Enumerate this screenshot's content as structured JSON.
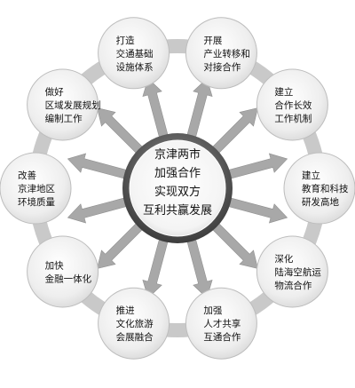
{
  "center": {
    "lines": [
      "京津两市",
      "加强合作",
      "实现双方",
      "互利共赢发展"
    ]
  },
  "nodes": [
    {
      "id": "transport",
      "lines": [
        "打造",
        "交通基础",
        "设施体系"
      ]
    },
    {
      "id": "industry",
      "lines": [
        "开展",
        "产业转移和",
        "对接合作"
      ]
    },
    {
      "id": "mechanism",
      "lines": [
        "建立",
        "合作长效",
        "工作机制"
      ]
    },
    {
      "id": "education",
      "lines": [
        "建立",
        "教育和科技",
        "研发高地"
      ]
    },
    {
      "id": "logistics",
      "lines": [
        "深化",
        "陆海空航运",
        "物流合作"
      ]
    },
    {
      "id": "talent",
      "lines": [
        "加强",
        "人才共享",
        "互通合作"
      ]
    },
    {
      "id": "tourism",
      "lines": [
        "推进",
        "文化旅游",
        "会展融合"
      ]
    },
    {
      "id": "finance",
      "lines": [
        "加快",
        "金融一体化"
      ]
    },
    {
      "id": "environment",
      "lines": [
        "改善",
        "京津地区",
        "环境质量"
      ]
    },
    {
      "id": "planning",
      "lines": [
        "做好",
        "区域发展规划",
        "编制工作"
      ]
    }
  ],
  "colors": {
    "ring": "#c9c9c9",
    "node_fill": "#eeeeee",
    "node_stroke": "#bdbdbd",
    "arrow": "#a8a8a8",
    "text": "#111111",
    "center_fill": "#ffffff",
    "center_ring": "#555555"
  }
}
